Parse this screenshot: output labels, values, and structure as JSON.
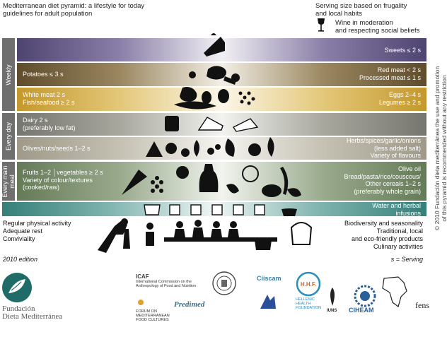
{
  "header": {
    "title_line1": "Mediterranean diet pyramid: a lifestyle for today",
    "title_line2": "guidelines for adult population",
    "serving_line1": "Serving size based on frugality",
    "serving_line2": "and local habits",
    "wine_line1": "Wine in moderation",
    "wine_line2": "and respecting social beliefs"
  },
  "sections": {
    "weekly": "Weekly",
    "every_day": "Every day",
    "every_main_meal_1": "Every main",
    "every_main_meal_2": "meal"
  },
  "bands": {
    "sweets": "Sweets ≤ 2 s",
    "potatoes": "Potatoes ≤ 3 s",
    "red_meat": "Red meat < 2 s",
    "processed_meat": "Processed meat ≤ 1 s",
    "white_meat": "White meat 2 s",
    "fish": "Fish/seafood ≥ 2 s",
    "eggs": "Eggs 2–4 s",
    "legumes": "Legumes ≥ 2 s",
    "dairy_1": "Dairy 2 s",
    "dairy_2": "(preferably low fat)",
    "olives": "Olives/nuts/seeds 1–2 s",
    "herbs_1": "Herbs/spices/garlic/onions",
    "herbs_2": "(less added salt)",
    "herbs_3": "Variety of flavours",
    "fruits_1": "Fruits 1–2 │vegetables ≥ 2 s",
    "fruits_2": "Variety of colour/textures",
    "fruits_3": "(cooked/raw)",
    "olive_oil": "Olive oil",
    "bread": "Bread/pasta/rice/couscous/",
    "cereals_1": "Other cereals 1–2 s",
    "cereals_2": "(preferably whole grain)",
    "water_1": "Water and herbal",
    "water_2": "infusions"
  },
  "lifestyle": {
    "left_1": "Regular physical activity",
    "left_2": "Adequate rest",
    "left_3": "Conviviality",
    "right_1": "Biodiversity and seasonality",
    "right_2": "Traditional, local",
    "right_3": "and eco-friendly products",
    "right_4": "Culinary activities"
  },
  "footer": {
    "edition": "2010 edition",
    "serving_def": "s = Serving",
    "copyright_1": "© 2010 Fundación dieta mediterránea the use and promotion",
    "copyright_2": "of this pyramid is recommended without any restriction"
  },
  "logos": {
    "fundacion_1": "Fundación",
    "fundacion_2": "Dieta Mediterránea",
    "icaf": "ICAF",
    "icaf_1": "International Commission on the",
    "icaf_2": "Anthropology of Food and Nutrition",
    "forum_1": "FORUM ON",
    "forum_2": "MEDITERRANEAN",
    "forum_3": "FOOD CULTURES",
    "predimed": "Predimed",
    "ciiscam": "Ciiscam",
    "hhf_1": "HELLENIC",
    "hhf_2": "HEALTH",
    "hhf_3": "FOUNDATION",
    "iuns": "IUNS",
    "ciheam": "CIHEAM",
    "fens": "fens"
  },
  "colors": {
    "weekly_top": "#5b4f7a",
    "weekly_mid": "#6b5a3a",
    "weekly_low": "#c9a238",
    "daily_top": "#7b7b72",
    "daily_low": "#a8a294",
    "meal": "#6f8262",
    "water": "#3f8c86",
    "sidebar": "#6f6f6f",
    "logo_teal": "#1f6b67"
  }
}
